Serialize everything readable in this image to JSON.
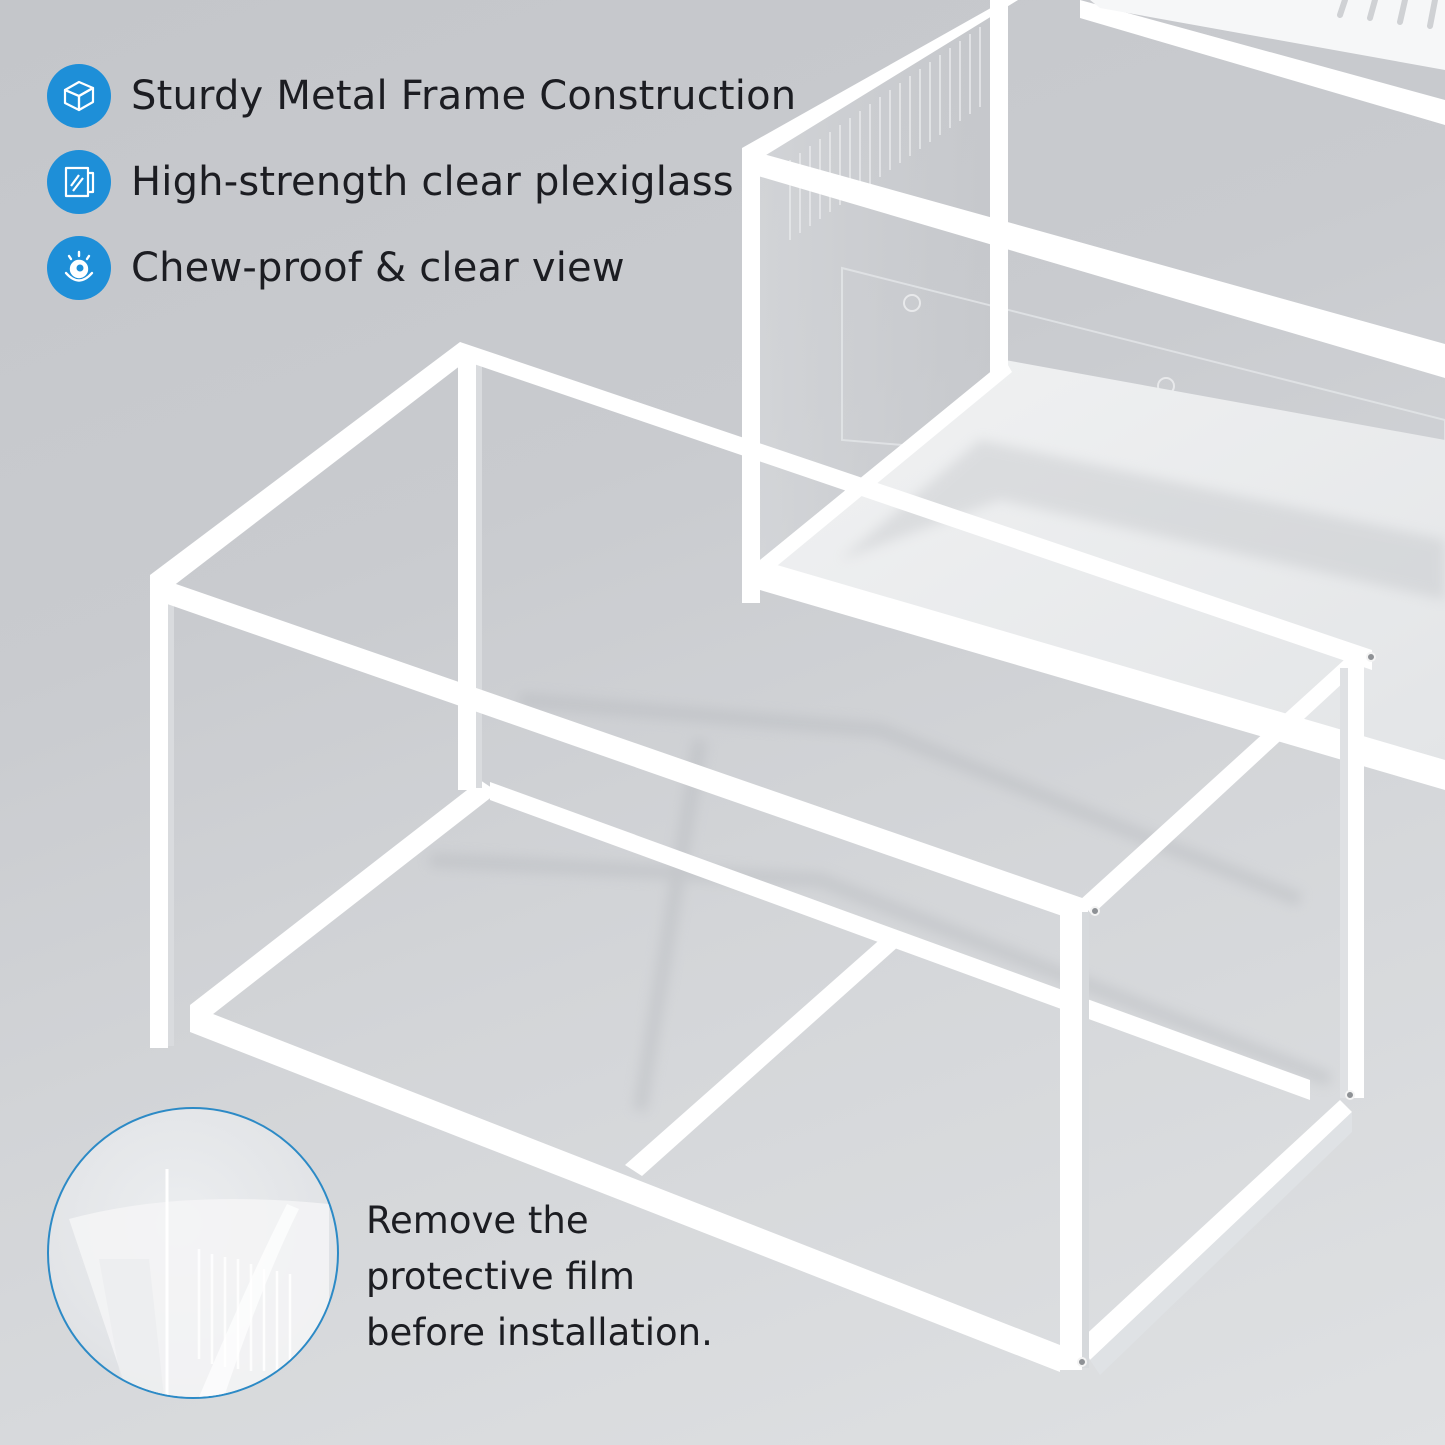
{
  "features": [
    {
      "icon": "cube-icon",
      "label": "Sturdy Metal Frame Construction"
    },
    {
      "icon": "glass-panel-icon",
      "label": "High-strength clear plexiglass"
    },
    {
      "icon": "eye-icon",
      "label": "Chew-proof & clear view"
    }
  ],
  "film_note": {
    "icon": "protective-film-magnifier",
    "lines": [
      "Remove the",
      "protective film",
      "before installation."
    ]
  },
  "colors": {
    "accent": "#1e8fd8",
    "callout_border": "#2c8ac6",
    "text": "#1c1d22",
    "frame": "#ffffff",
    "background": "#c9cbcf"
  }
}
